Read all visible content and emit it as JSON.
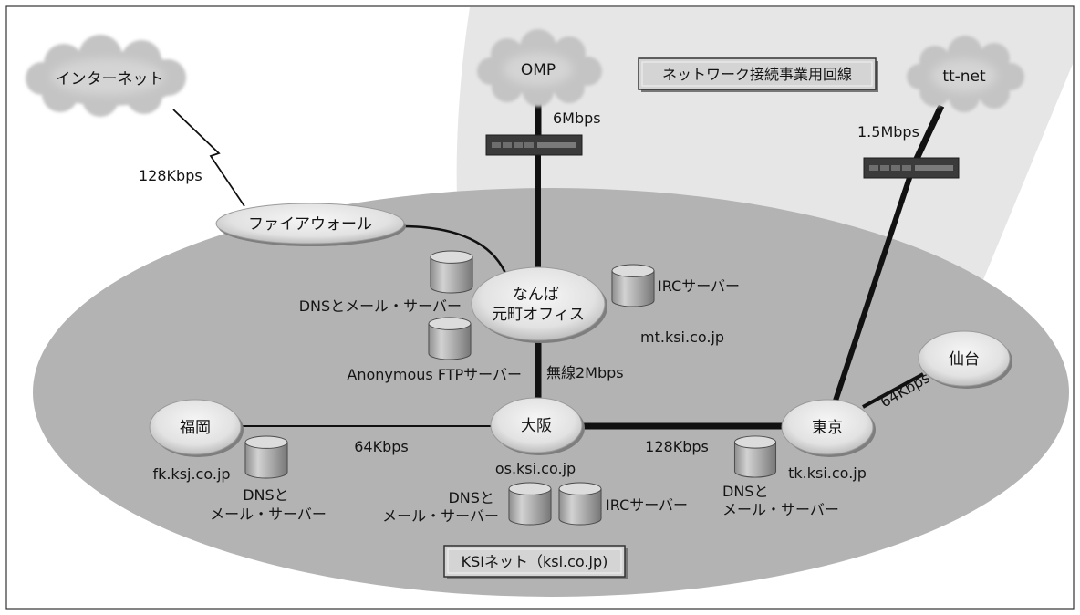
{
  "colors": {
    "carrier_region": "#e6e6e6",
    "ksi_network": "#b3b3b3",
    "cloud": "#c6c6c6",
    "router": "#3b3b3b",
    "line": "#111111"
  },
  "banners": {
    "carrier_lines": "ネットワーク接続事業用回線",
    "ksi_net": "KSIネット（ksi.co.jp)"
  },
  "clouds": {
    "internet": "インターネット",
    "omp": "OMP",
    "tt_net": "tt-net"
  },
  "nodes": {
    "firewall": "ファイアウォール",
    "namba": [
      "なんば",
      "元町オフィス"
    ],
    "osaka": "大阪",
    "fukuoka": "福岡",
    "tokyo": "東京",
    "sendai": "仙台"
  },
  "links": {
    "internet_firewall": "128Kbps",
    "omp_namba": "6Mbps",
    "ttnet_tokyo": "1.5Mbps",
    "namba_osaka": "無線2Mbps",
    "fukuoka_osaka": "64Kbps",
    "osaka_tokyo": "128Kbps",
    "tokyo_sendai": "64Kbps"
  },
  "hosts": {
    "namba": "mt.ksi.co.jp",
    "fukuoka": "fk.ksj.co.jp",
    "osaka": "os.ksi.co.jp",
    "tokyo": "tk.ksi.co.jp"
  },
  "servers": {
    "namba_dns_mail": "DNSとメール・サーバー",
    "namba_irc": "IRCサーバー",
    "namba_ftp": "Anonymous FTPサーバー",
    "fukuoka_dns_mail": [
      "DNSと",
      "メール・サーバー"
    ],
    "osaka_dns_mail": [
      "DNSと",
      "メール・サーバー"
    ],
    "osaka_irc": "IRCサーバー",
    "tokyo_dns_mail": [
      "DNSと",
      "メール・サーバー"
    ]
  }
}
